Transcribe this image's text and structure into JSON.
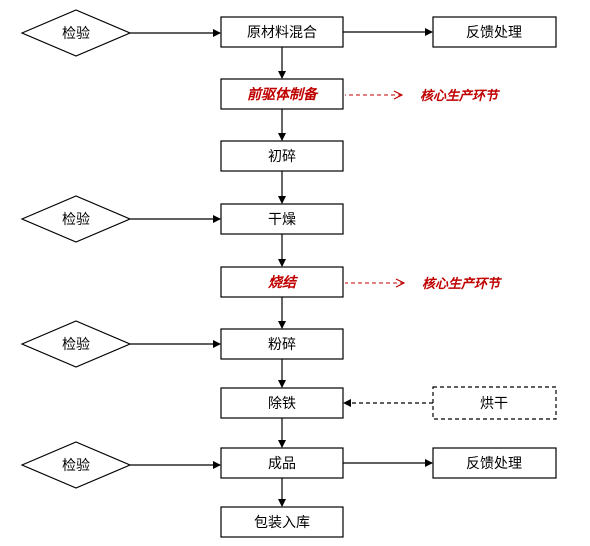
{
  "process_steps": [
    {
      "id": "mixing",
      "label": "原材料混合",
      "core": false
    },
    {
      "id": "precursor",
      "label": "前驱体制备",
      "core": true
    },
    {
      "id": "coarse-crush",
      "label": "初碎",
      "core": false
    },
    {
      "id": "drying",
      "label": "干燥",
      "core": false
    },
    {
      "id": "sintering",
      "label": "烧结",
      "core": true
    },
    {
      "id": "pulverize",
      "label": "粉碎",
      "core": false
    },
    {
      "id": "iron-removal",
      "label": "除铁",
      "core": false
    },
    {
      "id": "finished-product",
      "label": "成品",
      "core": false
    },
    {
      "id": "packing",
      "label": "包装入库",
      "core": false
    }
  ],
  "inspections": [
    {
      "label": "检验",
      "target": "mixing"
    },
    {
      "label": "检验",
      "target": "drying"
    },
    {
      "label": "检验",
      "target": "pulverize"
    },
    {
      "label": "检验",
      "target": "finished-product"
    }
  ],
  "feedback_nodes": [
    {
      "label": "反馈处理",
      "source": "mixing"
    },
    {
      "label": "反馈处理",
      "source": "finished-product"
    }
  ],
  "auxiliary_nodes": [
    {
      "label": "烘干",
      "target": "iron-removal",
      "dashed": true
    }
  ],
  "core_annotations": [
    {
      "label": "核心生产环节",
      "target": "precursor"
    },
    {
      "label": "核心生产环节",
      "target": "sintering"
    }
  ],
  "colors": {
    "core_text": "#c00000",
    "line": "#000000",
    "box_border": "#000000"
  }
}
